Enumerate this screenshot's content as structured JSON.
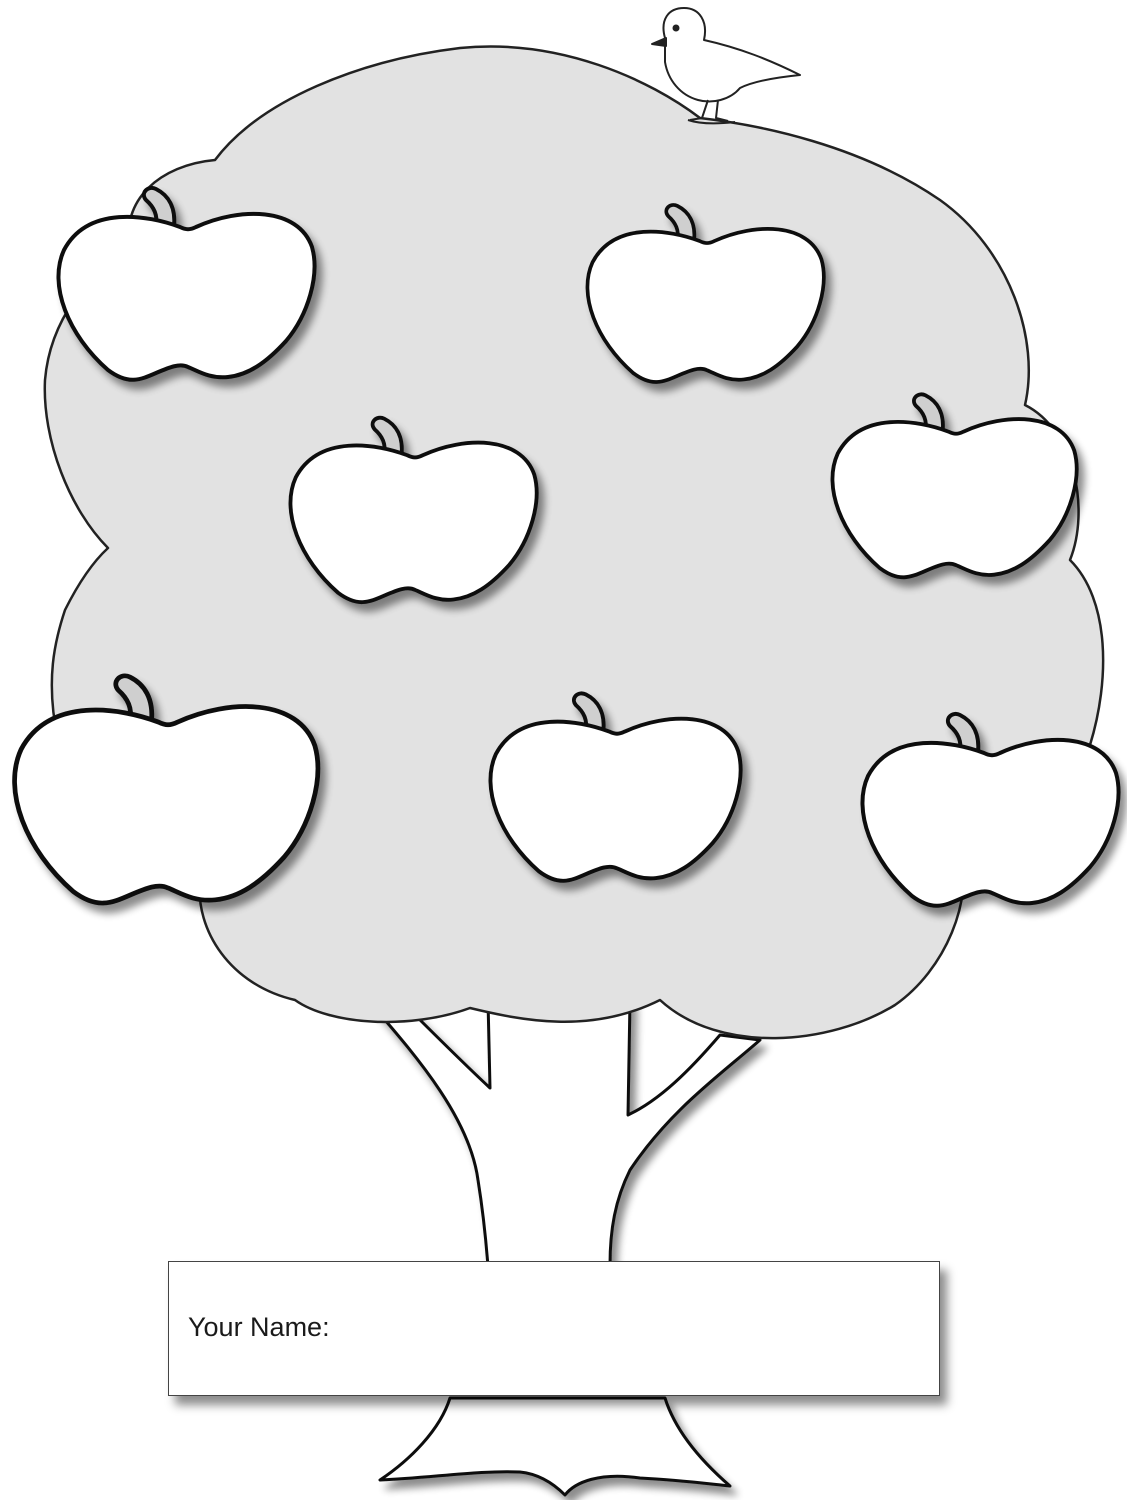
{
  "worksheet": {
    "name_label": "Your Name:",
    "name_value": ""
  },
  "colors": {
    "canopy_fill": "#e2e2e2",
    "apple_fill": "#ffffff",
    "stem_fill": "#cfcfcf",
    "outline": "#111111"
  },
  "apples": [
    {
      "id": 1,
      "label": ""
    },
    {
      "id": 2,
      "label": ""
    },
    {
      "id": 3,
      "label": ""
    },
    {
      "id": 4,
      "label": ""
    },
    {
      "id": 5,
      "label": ""
    },
    {
      "id": 6,
      "label": ""
    },
    {
      "id": 7,
      "label": ""
    }
  ]
}
